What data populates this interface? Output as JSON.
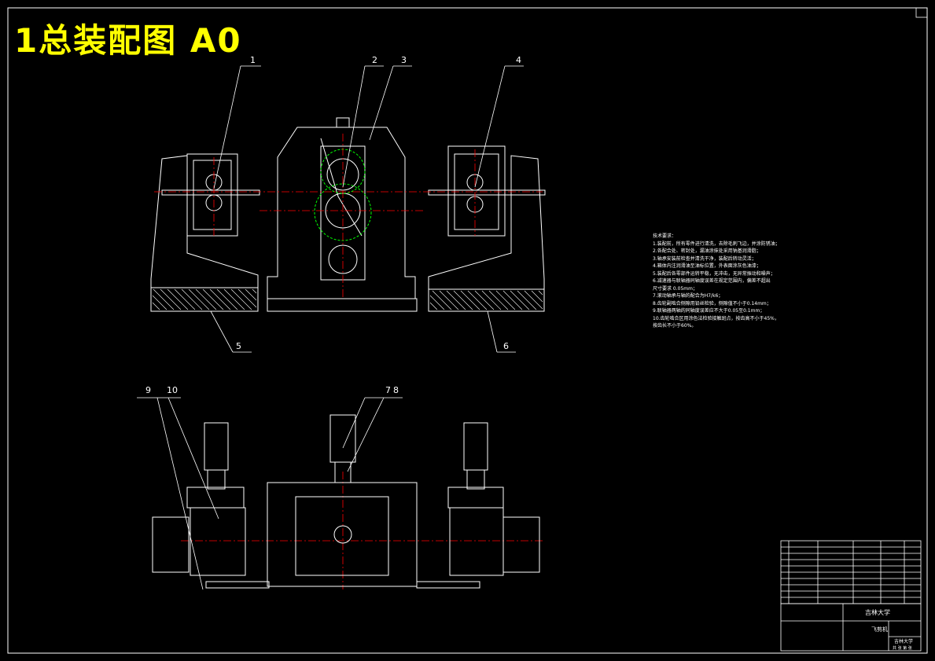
{
  "sheet_title": "1总装配图  A0",
  "balloons": [
    "1",
    "2",
    "3",
    "4",
    "5",
    "6",
    "7",
    "8",
    "9",
    "10"
  ],
  "technical_requirements": {
    "heading": "技术要求：",
    "items": [
      "1.装配前，所有零件进行清洗，去除毛刺飞边，并涂防锈油；",
      "2.各配合处、密封处，漏油涂抹处采用钠基润滑脂；",
      "3.轴承安装前检查并清洗干净，装配后转动灵活；",
      "4.箱体内注润滑油至油标位置，外表面涂灰色油漆；",
      "5.装配后各零部件运转平稳，无冲击，无异常振动和噪声；",
      "6.减速器与联轴器同轴度误差在规定范围内，偏差不超出",
      "  尺寸要求 0.05mm；",
      "7.滚动轴承与轴的配合为H7/k6；",
      "8.齿轮副啮合侧隙用铅丝检验，侧隙值不小于0.14mm；",
      "9.联轴器两轴的同轴度误差应不大于0.05至0.1mm；",
      "10.齿轮啮合区用涂色法检验接触斑点，按齿高不小于45%，",
      "   按齿长不小于60%。"
    ]
  },
  "title_block": {
    "school": "吉林大学",
    "drawing_name": "飞剪机",
    "organization": "吉林大学",
    "sheet_info": "共 张 第 张",
    "parts_rows": 9
  },
  "colors": {
    "background": "#000000",
    "line": "#ffffff",
    "title": "#ffff00",
    "centerline": "#ff0000",
    "gear_circle": "#00ff00",
    "hatch": "#ffffff"
  }
}
